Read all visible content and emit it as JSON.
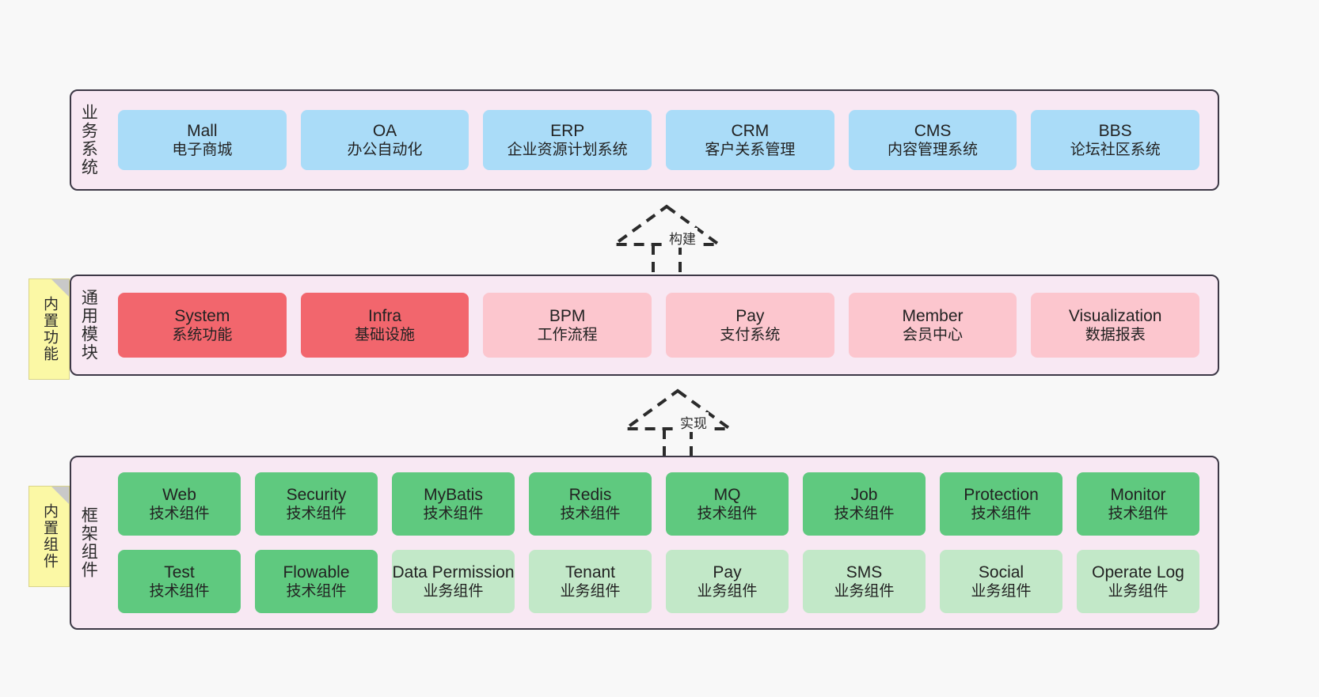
{
  "diagram": {
    "type": "layered-architecture",
    "background": "#f8f8f8",
    "colors": {
      "layer_background": "#f8e8f3",
      "layer_border": "#3d3846",
      "business_node": "#aadcf8",
      "module_core": "#f2666d",
      "module_optional": "#fcc6ce",
      "component_tech": "#5fc97f",
      "component_business": "#c2e8c8",
      "sticky_note": "#fbf8a5"
    }
  },
  "layers": {
    "business": {
      "title": "业务系统",
      "nodes": [
        {
          "name": "Mall",
          "desc": "电子商城",
          "color": "blue"
        },
        {
          "name": "OA",
          "desc": "办公自动化",
          "color": "blue"
        },
        {
          "name": "ERP",
          "desc": "企业资源计划系统",
          "color": "blue"
        },
        {
          "name": "CRM",
          "desc": "客户关系管理",
          "color": "blue"
        },
        {
          "name": "CMS",
          "desc": "内容管理系统",
          "color": "blue"
        },
        {
          "name": "BBS",
          "desc": "论坛社区系统",
          "color": "blue"
        }
      ]
    },
    "modules": {
      "title": "通用模块",
      "nodes": [
        {
          "name": "System",
          "desc": "系统功能",
          "color": "red"
        },
        {
          "name": "Infra",
          "desc": "基础设施",
          "color": "red"
        },
        {
          "name": "BPM",
          "desc": "工作流程",
          "color": "pink"
        },
        {
          "name": "Pay",
          "desc": "支付系统",
          "color": "pink"
        },
        {
          "name": "Member",
          "desc": "会员中心",
          "color": "pink"
        },
        {
          "name": "Visualization",
          "desc": "数据报表",
          "color": "pink"
        }
      ]
    },
    "framework": {
      "title": "框架组件",
      "row1": [
        {
          "name": "Web",
          "desc": "技术组件",
          "color": "green"
        },
        {
          "name": "Security",
          "desc": "技术组件",
          "color": "green"
        },
        {
          "name": "MyBatis",
          "desc": "技术组件",
          "color": "green"
        },
        {
          "name": "Redis",
          "desc": "技术组件",
          "color": "green"
        },
        {
          "name": "MQ",
          "desc": "技术组件",
          "color": "green"
        },
        {
          "name": "Job",
          "desc": "技术组件",
          "color": "green"
        },
        {
          "name": "Protection",
          "desc": "技术组件",
          "color": "green"
        },
        {
          "name": "Monitor",
          "desc": "技术组件",
          "color": "green"
        }
      ],
      "row2": [
        {
          "name": "Test",
          "desc": "技术组件",
          "color": "green"
        },
        {
          "name": "Flowable",
          "desc": "技术组件",
          "color": "green"
        },
        {
          "name": "Data Permission",
          "desc": "业务组件",
          "color": "lgreen"
        },
        {
          "name": "Tenant",
          "desc": "业务组件",
          "color": "lgreen"
        },
        {
          "name": "Pay",
          "desc": "业务组件",
          "color": "lgreen"
        },
        {
          "name": "SMS",
          "desc": "业务组件",
          "color": "lgreen"
        },
        {
          "name": "Social",
          "desc": "业务组件",
          "color": "lgreen"
        },
        {
          "name": "Operate Log",
          "desc": "业务组件",
          "color": "lgreen"
        }
      ]
    }
  },
  "sticky_notes": {
    "functions": "内置功能",
    "components": "内置组件"
  },
  "connectors": {
    "build": "构建",
    "realize": "实现"
  }
}
